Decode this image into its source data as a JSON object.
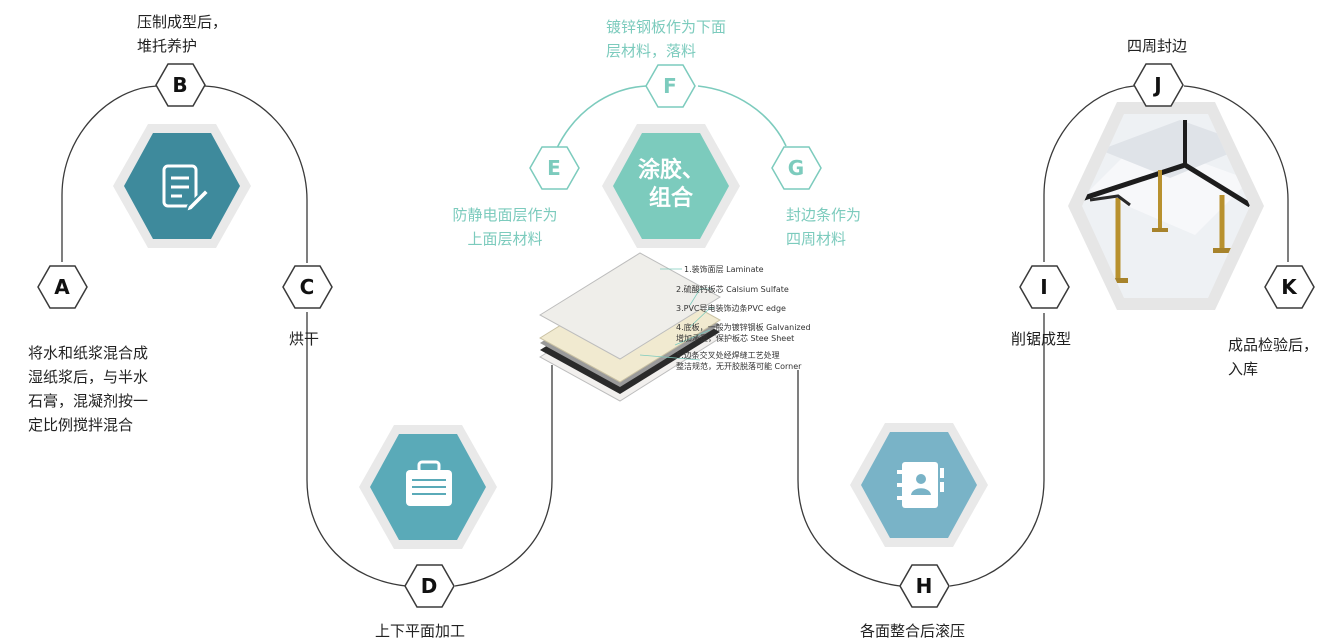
{
  "colors": {
    "line": "#3a3a3a",
    "teal_line": "#7ccbbd",
    "hex_outer": "#e9e9e9",
    "hex_blue": "#3e8a9c",
    "hex_teal_mid": "#5aaab8",
    "hex_light_blue": "#79b3c7",
    "hex_mint": "#7ccbbd"
  },
  "nodes": {
    "A": "A",
    "B": "B",
    "C": "C",
    "D": "D",
    "E": "E",
    "F": "F",
    "G": "G",
    "H": "H",
    "I": "I",
    "J": "J",
    "K": "K"
  },
  "steps": {
    "A": {
      "lines": [
        "将水和纸浆混合成",
        "湿纸浆后，与半水",
        "石膏，混凝剂按一",
        "定比例搅拌混合"
      ]
    },
    "B": {
      "lines": [
        "压制成型后，",
        "堆托养护"
      ]
    },
    "C": {
      "lines": [
        "烘干"
      ]
    },
    "D": {
      "lines": [
        "上下平面加工"
      ]
    },
    "E": {
      "lines": [
        "防静电面层作为",
        "上面层材料"
      ]
    },
    "F": {
      "lines": [
        "镀锌钢板作为下面",
        "层材料，落料"
      ]
    },
    "G": {
      "lines": [
        "封边条作为",
        "四周材料"
      ]
    },
    "H": {
      "lines": [
        "各面整合后滚压"
      ]
    },
    "I": {
      "lines": [
        "削锯成型"
      ]
    },
    "J": {
      "lines": [
        "四周封边"
      ]
    },
    "K": {
      "lines": [
        "成品检验后，",
        "入库"
      ]
    }
  },
  "center": {
    "line1": "涂胶、",
    "line2": "组合"
  },
  "icons": {
    "b_hex": "edit-document-icon",
    "d_hex": "briefcase-icon",
    "h_hex": "contact-book-icon",
    "j_image": "raised-floor-frame-image"
  },
  "legend": {
    "l1": "1.装饰面层  Laminate",
    "l2": "2.硫酸钙板芯  Calsium Sulfate",
    "l3": "3.PVC导电装饰边条PVC edge",
    "l4a": "4.底板，一般为镀锌钢板 Galvanized",
    "l4b": "增加承重，保护板芯        Stee  Sheet",
    "l5a": "5.边条交叉处经焊缝工艺处理",
    "l5b": "整洁规范，无开胶脱落可能  Corner"
  }
}
